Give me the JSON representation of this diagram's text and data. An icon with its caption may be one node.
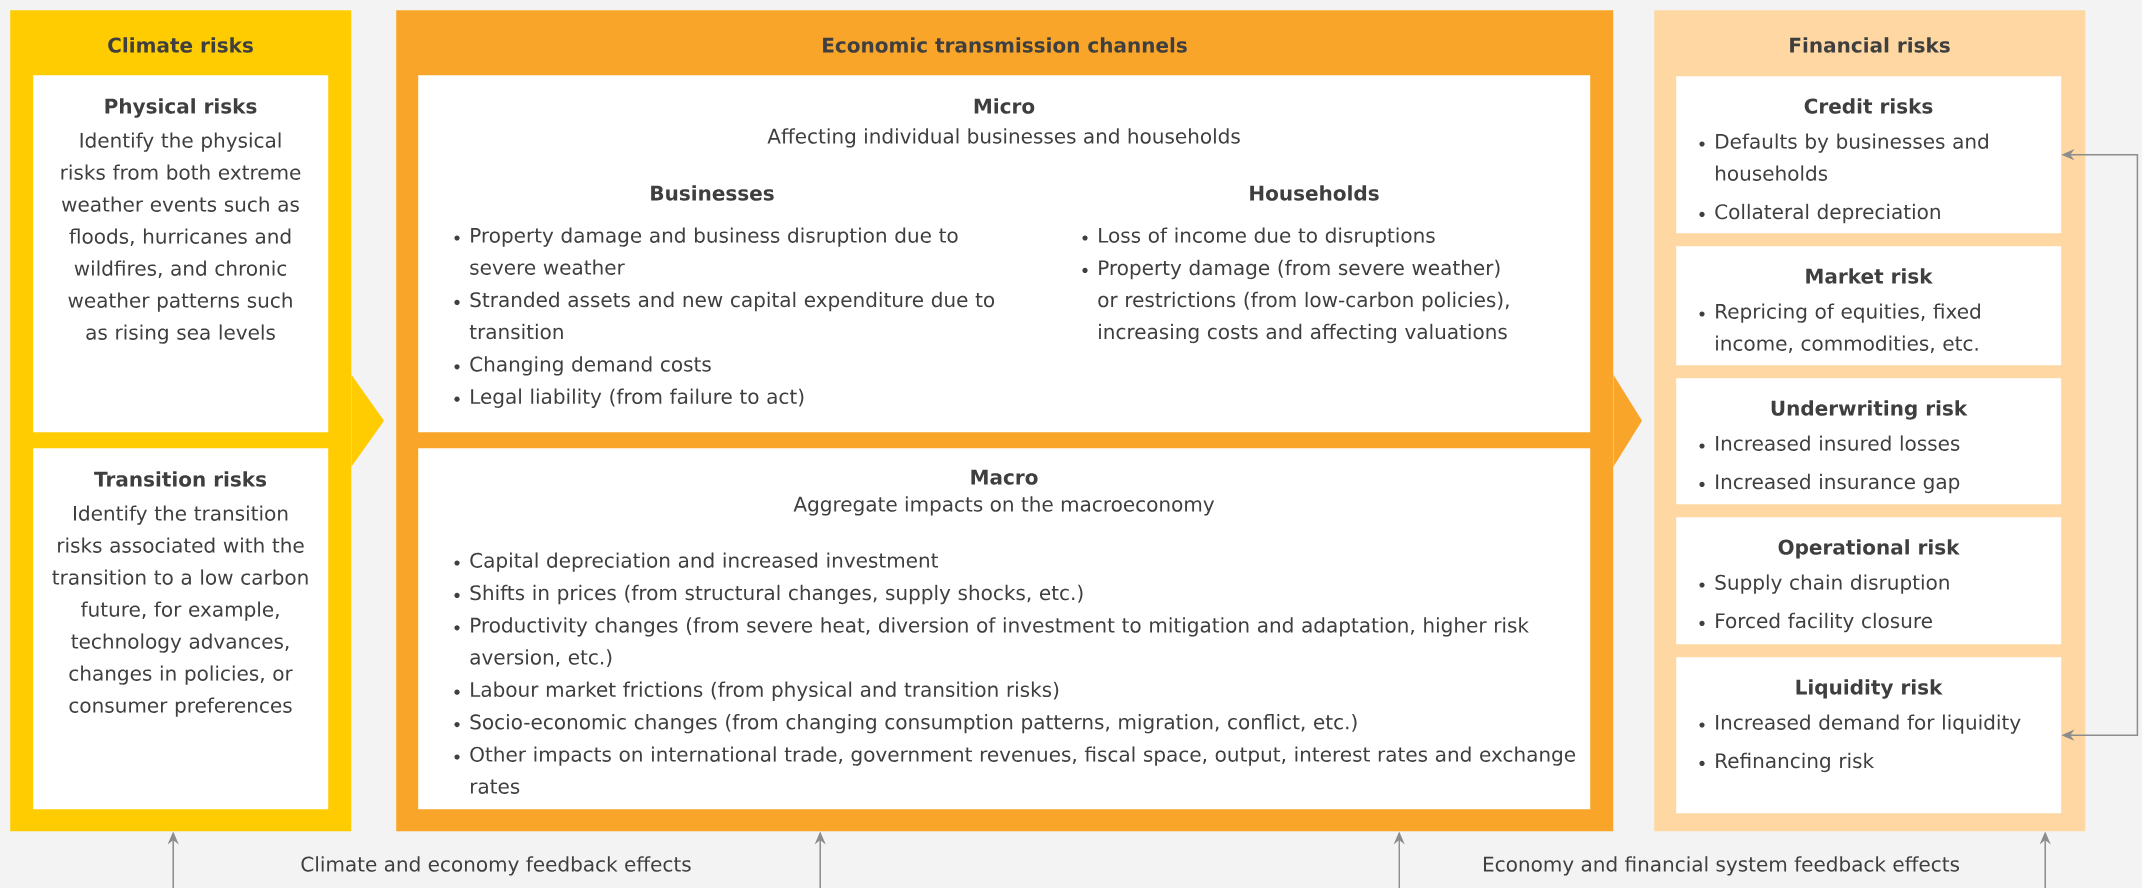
{
  "diagram": {
    "nodes": [
      {
        "text": [
          "Climate risks"
        ]
      },
      {
        "text": [
          "Physical risks",
          "Identify the physical risks from both extreme weather events such as floods, hurricanes and wildfires, and chronic weather patterns such as rising sea levels"
        ],
        "in": 0
      },
      {
        "text": [
          "Transition risks",
          "Identify the transition risks associated with the transition to a low carbon future, for example, technology advances, changes in policies, or consumer preferences"
        ],
        "in": 0
      },
      {
        "text": [
          "Economic transmission channels"
        ]
      },
      {
        "text": [
          "Micro",
          "Affecting individual businesses and households",
          "Businesses",
          "Property damage and business disruption due to severe weather",
          "Stranded assets and new capital expenditure due to transition",
          "Changing demand costs",
          "Legal liability (from failure to act)",
          "Households",
          "Loss of income due to disruptions",
          "Property damage (from severe weather) or restrictions (from low-carbon policies), increasing costs and affecting valuations"
        ],
        "in": 3
      },
      {
        "text": [
          "Macro",
          "Aggregate impacts on the macroeconomy",
          "Capital depreciation and increased investment",
          "Shifts in prices (from structural changes, supply shocks, etc.)",
          "Productivity changes (from severe heat, diversion of investment to mitigation and adaptation, higher risk aversion, etc.)",
          "Labour market frictions (from physical and transition risks)",
          "Socio-economic changes (from changing consumption patterns, migration, conflict, etc.)",
          "Other impacts on international trade, government revenues, fiscal space, output, interest rates and exchange rates"
        ],
        "in": 3
      },
      {
        "text": [
          "Financial risks"
        ]
      },
      {
        "text": [
          "Credit risks",
          "Defaults by businesses and households",
          "Collateral depreciation"
        ],
        "in": 6
      },
      {
        "text": [
          "Market risk",
          "Repricing of equities, fixed income, commodities, etc."
        ],
        "in": 6
      },
      {
        "text": [
          "Underwriting risk",
          "Increased insured losses",
          "Increased insurance gap"
        ],
        "in": 6
      },
      {
        "text": [
          "Operational risk",
          "Supply chain disruption",
          "Forced facility closure"
        ],
        "in": 6
      },
      {
        "text": [
          "Liquidity risk",
          "Increased demand for liquidity",
          "Refinancing risk"
        ],
        "in": 6
      }
    ],
    "edges": [
      {
        "from": 0,
        "to": 3,
        "arrow": "to",
        "color": "#fecc00"
      },
      {
        "from": 3,
        "to": 6,
        "arrow": "to",
        "color": "#f9a52a"
      },
      {
        "from": 7,
        "to": 11,
        "arrow": "both"
      },
      {
        "from": null,
        "to": 0,
        "arrow": "to"
      },
      {
        "from": null,
        "to": 3,
        "arrow": "to"
      },
      {
        "from": null,
        "to": 3,
        "arrow": "to"
      },
      {
        "from": null,
        "to": 6,
        "arrow": "to"
      }
    ],
    "labels": [
      "Climate and economy feedback effects",
      "Economy and financial system feedback effects"
    ]
  }
}
